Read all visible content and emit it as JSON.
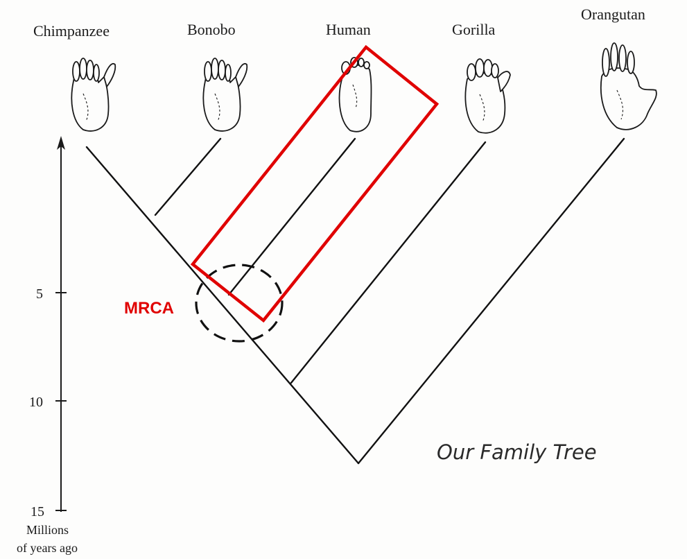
{
  "species": [
    {
      "name": "Chimpanzee"
    },
    {
      "name": "Bonobo"
    },
    {
      "name": "Human"
    },
    {
      "name": "Gorilla"
    },
    {
      "name": "Orangutan"
    }
  ],
  "axis": {
    "ticks": [
      "5",
      "10",
      "15"
    ],
    "caption_line1": "Millions",
    "caption_line2": "of years ago"
  },
  "annotations": {
    "mrca_label": "MRCA",
    "caption": "Our Family Tree",
    "highlight_color": "#e00000"
  },
  "icons": {
    "foot": "foot-icon",
    "arrow": "arrow-up-icon"
  }
}
